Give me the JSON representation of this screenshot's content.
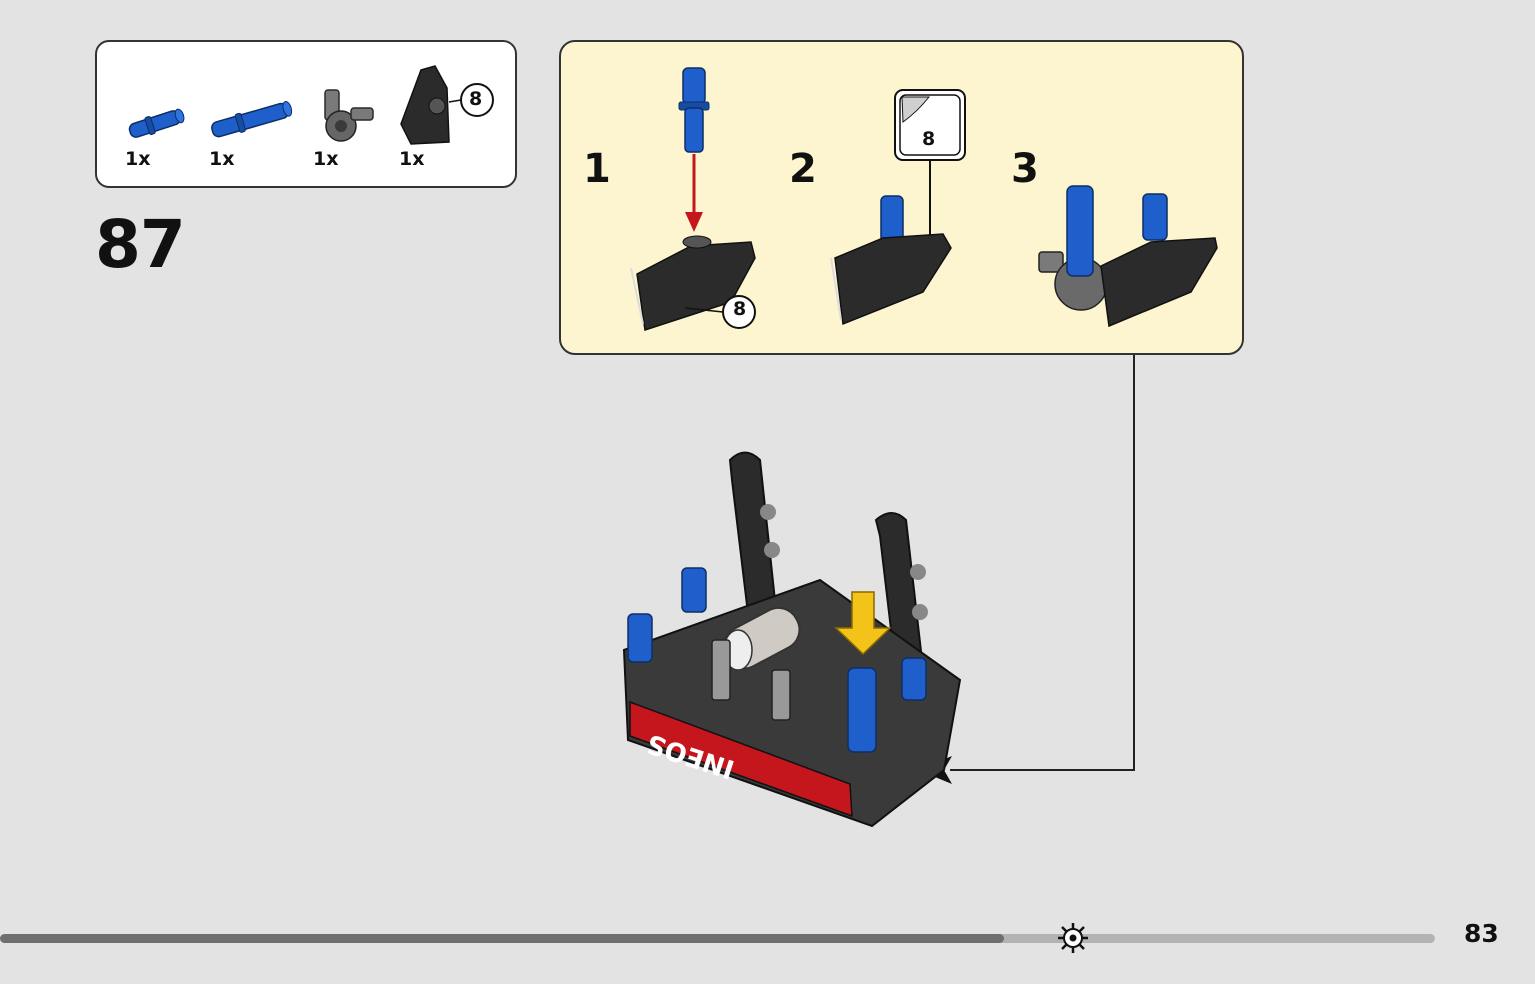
{
  "step": {
    "number": "87"
  },
  "parts_list": [
    {
      "qty": "1x",
      "icon": "blue-axle-pin-short"
    },
    {
      "qty": "1x",
      "icon": "blue-axle-pin-long"
    },
    {
      "qty": "1x",
      "icon": "grey-axle-connector"
    },
    {
      "qty": "1x",
      "icon": "black-panel-with-sticker",
      "sticker": "8"
    }
  ],
  "sub_steps": [
    {
      "label": "1",
      "sticker": "8"
    },
    {
      "label": "2",
      "sticker": "8"
    },
    {
      "label": "3"
    }
  ],
  "model": {
    "banner_text": "INEOS"
  },
  "progress": {
    "fraction": 0.7
  },
  "colors": {
    "blue": "#1f5fcc",
    "black": "#2b2b2b",
    "red": "#c4161c",
    "yellow": "#f4c31a",
    "panel": "#fdf5cf"
  },
  "page": {
    "number": "83"
  }
}
